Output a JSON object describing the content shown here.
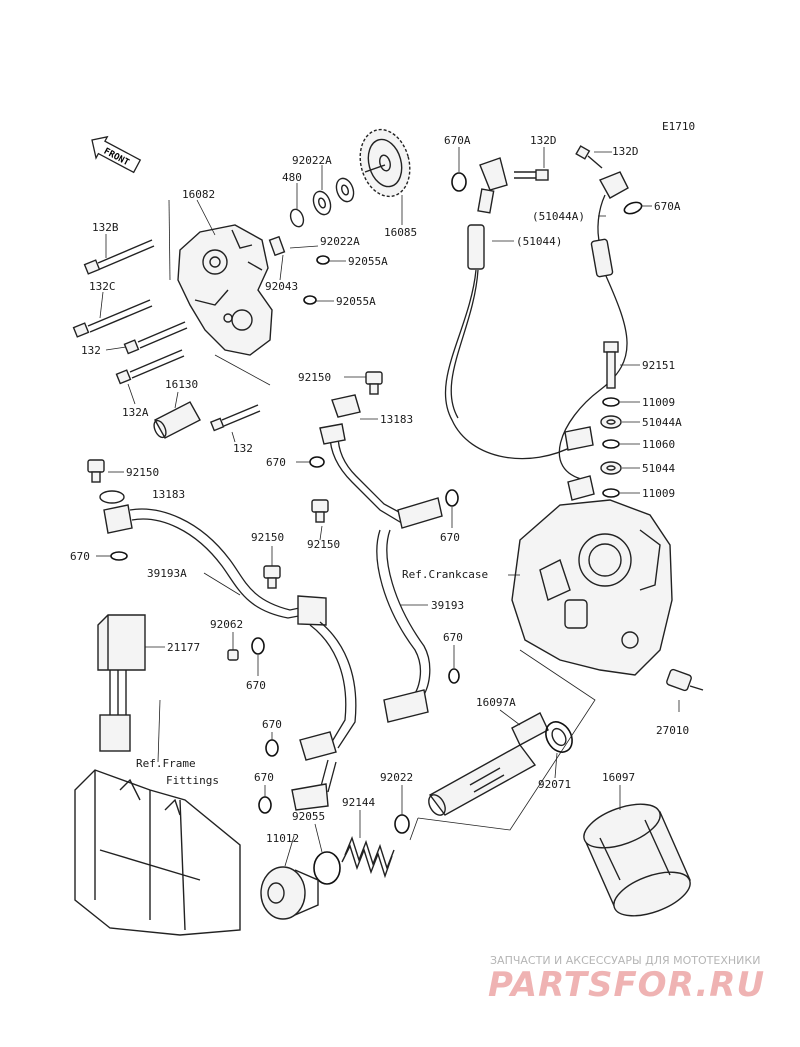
{
  "diagram_code": "E1710",
  "front_label": "FRONT",
  "labels": {
    "l670A_top": "670A",
    "l132D_a": "132D",
    "l132D_b": "132D",
    "l670A_right": "670A",
    "l51044A_paren": "(51044A)",
    "l51044_paren": "(51044)",
    "l92022A_a": "92022A",
    "l480": "480",
    "l16082": "16082",
    "l16085": "16085",
    "l92022A_b": "92022A",
    "l92055A_a": "92055A",
    "l92043": "92043",
    "l92055A_b": "92055A",
    "l132B": "132B",
    "l132C": "132C",
    "l132_a": "132",
    "l132A": "132A",
    "l16130": "16130",
    "l132_b": "132",
    "l92151": "92151",
    "l11009_a": "11009",
    "l51044A": "51044A",
    "l11060": "11060",
    "l51044": "51044",
    "l11009_b": "11009",
    "l92150_a": "92150",
    "l13183_a": "13183",
    "l670_a": "670",
    "l92150_b": "92150",
    "l13183_b": "13183",
    "l670_b": "670",
    "l92150_c": "92150",
    "l670_c": "670",
    "l39193A": "39193A",
    "l92150_d": "92150",
    "l39193": "39193",
    "l670_d": "670",
    "l92062": "92062",
    "l670_e": "670",
    "l21177": "21177",
    "l670_f": "670",
    "l670_g": "670",
    "l16097A": "16097A",
    "l92071": "92071",
    "l27010": "27010",
    "l92022": "92022",
    "l16097": "16097",
    "l92144": "92144",
    "l92055": "92055",
    "l11012": "11012"
  },
  "ref_labels": {
    "crankcase": "Ref.Crankcase",
    "frame_line1": "Ref.Frame",
    "frame_line2": "Fittings"
  },
  "watermark": {
    "tagline": "ЗАПЧАСТИ И АКСЕССУАРЫ ДЛЯ МОТОТЕХНИКИ",
    "brand": "PARTSFOR.RU"
  }
}
